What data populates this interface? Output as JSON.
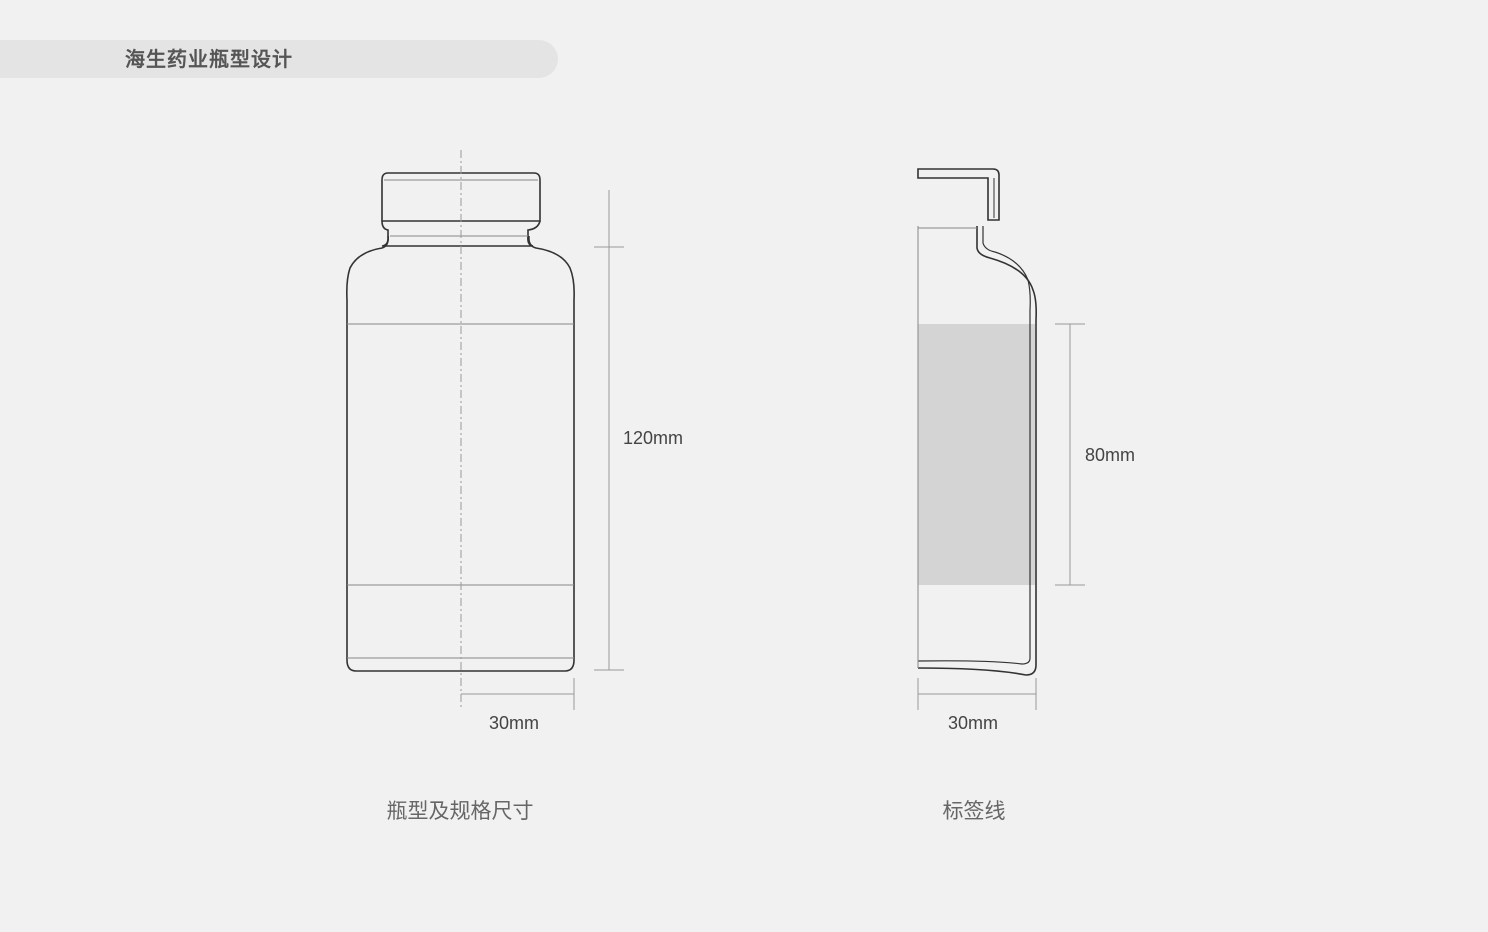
{
  "header": {
    "title": "海生药业瓶型设计"
  },
  "diagram": {
    "left": {
      "caption": "瓶型及规格尺寸",
      "height_label": "120mm",
      "width_label": "30mm"
    },
    "right": {
      "caption": "标签线",
      "label_height_label": "80mm",
      "width_label": "30mm"
    }
  },
  "colors": {
    "background": "#f1f1f1",
    "title_bar": "#e4e4e4",
    "outline": "#333333",
    "label_area": "#d4d4d4"
  }
}
